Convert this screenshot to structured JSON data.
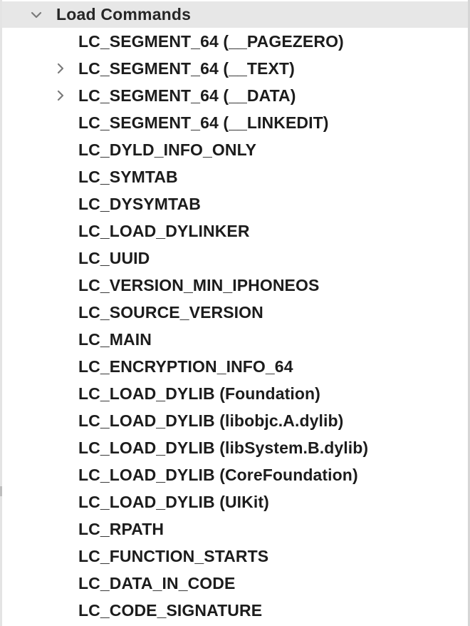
{
  "header": {
    "title": "Load Commands",
    "expanded": true,
    "icon": "chevron-down-icon"
  },
  "rows": [
    {
      "label": "LC_SEGMENT_64 (__PAGEZERO)",
      "expandable": false
    },
    {
      "label": "LC_SEGMENT_64 (__TEXT)",
      "expandable": true,
      "icon": "chevron-right-icon"
    },
    {
      "label": "LC_SEGMENT_64 (__DATA)",
      "expandable": true,
      "icon": "chevron-right-icon"
    },
    {
      "label": "LC_SEGMENT_64 (__LINKEDIT)",
      "expandable": false
    },
    {
      "label": "LC_DYLD_INFO_ONLY",
      "expandable": false
    },
    {
      "label": "LC_SYMTAB",
      "expandable": false
    },
    {
      "label": "LC_DYSYMTAB",
      "expandable": false
    },
    {
      "label": "LC_LOAD_DYLINKER",
      "expandable": false
    },
    {
      "label": "LC_UUID",
      "expandable": false
    },
    {
      "label": "LC_VERSION_MIN_IPHONEOS",
      "expandable": false
    },
    {
      "label": "LC_SOURCE_VERSION",
      "expandable": false
    },
    {
      "label": "LC_MAIN",
      "expandable": false
    },
    {
      "label": "LC_ENCRYPTION_INFO_64",
      "expandable": false
    },
    {
      "label": "LC_LOAD_DYLIB (Foundation)",
      "expandable": false
    },
    {
      "label": "LC_LOAD_DYLIB (libobjc.A.dylib)",
      "expandable": false
    },
    {
      "label": "LC_LOAD_DYLIB (libSystem.B.dylib)",
      "expandable": false
    },
    {
      "label": "LC_LOAD_DYLIB (CoreFoundation)",
      "expandable": false
    },
    {
      "label": "LC_LOAD_DYLIB (UIKit)",
      "expandable": false
    },
    {
      "label": "LC_RPATH",
      "expandable": false
    },
    {
      "label": "LC_FUNCTION_STARTS",
      "expandable": false
    },
    {
      "label": "LC_DATA_IN_CODE",
      "expandable": false
    },
    {
      "label": "LC_CODE_SIGNATURE",
      "expandable": false
    }
  ],
  "colors": {
    "header_background": "#e7e7e7",
    "text": "#1c1c1c",
    "chevron": "#7a7a7a",
    "background": "#ffffff"
  }
}
